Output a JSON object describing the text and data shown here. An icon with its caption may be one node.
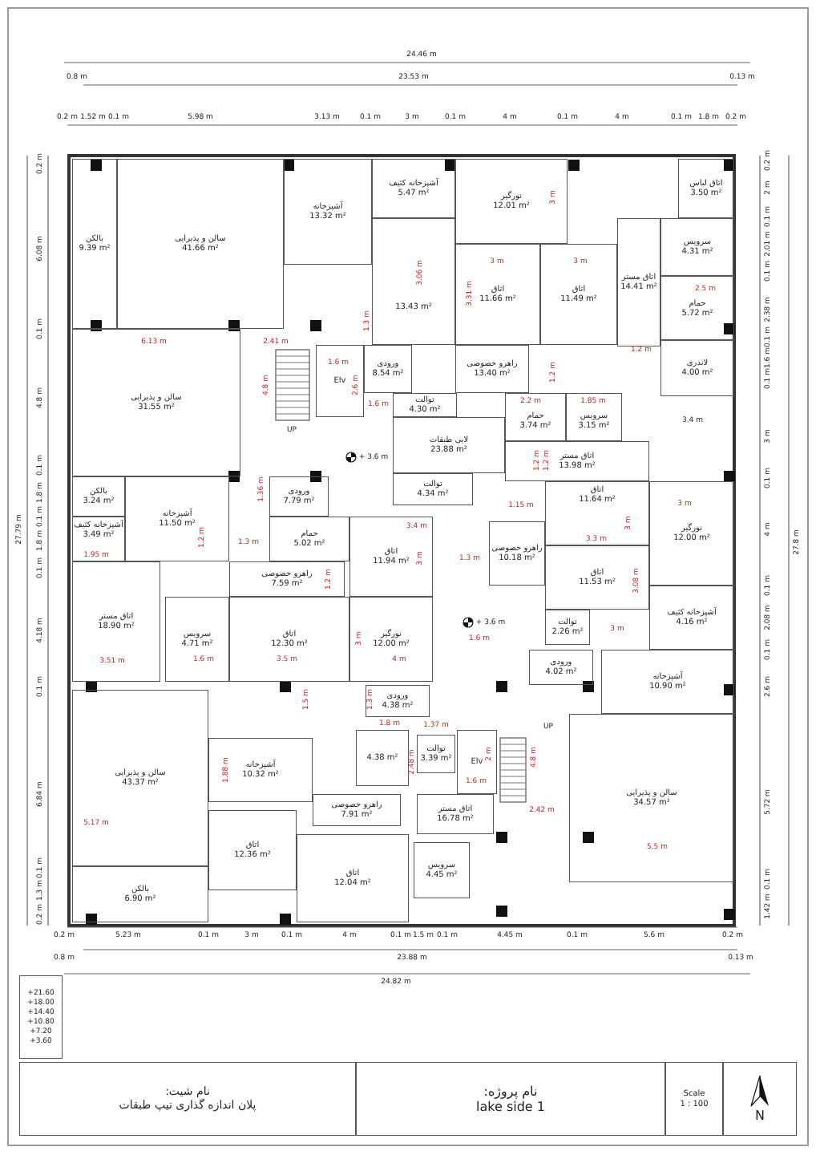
{
  "diagram": {
    "nodes": [
      {
        "text": [
          "بالکن",
          "9.39 m²"
        ]
      },
      {
        "text": [
          "سالن و پذیرایی",
          "41.66 m²"
        ]
      },
      {
        "text": [
          "آشپزخانه",
          "13.32 m²"
        ]
      },
      {
        "text": [
          "آشپزخانه کثیف",
          "5.47 m²"
        ]
      },
      {
        "text": [
          "نورگیر",
          "12.01 m²"
        ]
      },
      {
        "text": [
          "اتاق لباس",
          "3.50 m²"
        ]
      },
      {
        "text": [
          "اتاق مستر",
          "14.41 m²"
        ]
      },
      {
        "text": [
          "سرویس",
          "4.31 m²"
        ]
      },
      {
        "text": [
          "13.43 m²"
        ]
      },
      {
        "text": [
          "اتاق",
          "11.66 m²"
        ]
      },
      {
        "text": [
          "اتاق",
          "11.49 m²"
        ]
      },
      {
        "text": [
          "حمام",
          "5.72 m²"
        ]
      },
      {
        "text": [
          "لاندری",
          "4.00 m²"
        ]
      },
      {
        "text": [
          "سالن و پذیرایی",
          "31.55 m²"
        ]
      },
      {
        "text": [
          "Elv"
        ]
      },
      {
        "text": [
          "ورودی",
          "8.54 m²"
        ]
      },
      {
        "text": [
          "راهرو خصوصی",
          "13.40 m²"
        ]
      },
      {
        "text": [
          "توالت",
          "4.30 m²"
        ]
      },
      {
        "text": [
          "لابی طبقات",
          "23.88 m²"
        ]
      },
      {
        "text": [
          "حمام",
          "3.74 m²"
        ]
      },
      {
        "text": [
          "سرویس",
          "3.15 m²"
        ]
      },
      {
        "text": [
          "اتاق مستر",
          "13.98 m²"
        ]
      },
      {
        "text": [
          "بالکن",
          "3.24 m²"
        ]
      },
      {
        "text": [
          "آشپزخانه کثیف",
          "3.49 m²"
        ]
      },
      {
        "text": [
          "آشپزخانه",
          "11.50 m²"
        ]
      },
      {
        "text": [
          "ورودی",
          "7.79 m²"
        ]
      },
      {
        "text": [
          "توالت",
          "4.34 m²"
        ]
      },
      {
        "text": [
          "حمام",
          "5.02 m²"
        ]
      },
      {
        "text": [
          "راهرو خصوصی",
          "7.59 m²"
        ]
      },
      {
        "text": [
          "اتاق",
          "11.94 m²"
        ]
      },
      {
        "text": [
          "اتاق مستر",
          "18.90 m²"
        ]
      },
      {
        "text": [
          "سرویس",
          "4.71 m²"
        ]
      },
      {
        "text": [
          "اتاق",
          "12.30 m²"
        ]
      },
      {
        "text": [
          "نورگیر",
          "12.00 m²"
        ]
      },
      {
        "text": [
          "اتاق",
          "11.64 m²"
        ]
      },
      {
        "text": [
          "راهرو خصوصی",
          "10.18 m²"
        ]
      },
      {
        "text": [
          "نورگیر",
          "12.00 m²"
        ]
      },
      {
        "text": [
          "اتاق",
          "11.53 m²"
        ]
      },
      {
        "text": [
          "توالت",
          "2.26 m²"
        ]
      },
      {
        "text": [
          "آشپزخانه کثیف",
          "4.16 m²"
        ]
      },
      {
        "text": [
          "ورودی",
          "4.02 m²"
        ]
      },
      {
        "text": [
          "آشپزخانه",
          "10.90 m²"
        ]
      },
      {
        "text": [
          "ورودی",
          "4.38 m²"
        ]
      },
      {
        "text": [
          "آشپزخانه",
          "10.32 m²"
        ]
      },
      {
        "text": [
          "سالن و پذیرایی",
          "43.37 m²"
        ]
      },
      {
        "text": [
          "توالت",
          "3.39 m²"
        ]
      },
      {
        "text": [
          "Elv"
        ]
      },
      {
        "text": [
          "4.38 m²"
        ]
      },
      {
        "text": [
          "راهرو خصوصی",
          "7.91 m²"
        ]
      },
      {
        "text": [
          "اتاق",
          "12.36 m²"
        ]
      },
      {
        "text": [
          "اتاق مستر",
          "16.78 m²"
        ]
      },
      {
        "text": [
          "سالن و پذیرایی",
          "34.57 m²"
        ]
      },
      {
        "text": [
          "اتاق",
          "12.04 m²"
        ]
      },
      {
        "text": [
          "سرویس",
          "4.45 m²"
        ]
      },
      {
        "text": [
          "بالکن",
          "6.90 m²"
        ]
      },
      {
        "text": [
          "+21.60",
          "+18.00",
          "+14.40",
          "+10.80",
          "+7.20",
          "+3.60"
        ]
      },
      {
        "text": [
          "نام شیت:",
          "پلان اندازه گذاری تیپ طبقات"
        ]
      },
      {
        "text": [
          "نام پروژه:",
          "lake side 1"
        ]
      },
      {
        "text": [
          "Scale",
          "1 : 100"
        ]
      },
      {
        "text": [
          "N"
        ]
      }
    ],
    "labels": [
      "24.46 m",
      "0.8 m",
      "23.53 m",
      "0.13 m",
      "0.2 m",
      "1.52 m",
      "0.1 m",
      "5.98 m",
      "3.13 m",
      "0.1 m",
      "3 m",
      "0.1 m",
      "4 m",
      "0.1 m",
      "4 m",
      "0.1 m",
      "1.8 m",
      "0.2 m",
      "0.2 m",
      "6.08 m",
      "0.1 m",
      "4.8 m",
      "0.1 m",
      "1.8 m",
      "0.1 m",
      "1.8 m",
      "0.1 m",
      "4.18 m",
      "0.1 m",
      "6.84 m",
      "0.1 m",
      "1.3 m",
      "0.2 m",
      "27.79 m",
      "0.2 m",
      "2 m",
      "0.1 m",
      "2.01 m",
      "0.1 m",
      "2.38 m",
      "0.1 m",
      "1.6 m",
      "0.1 m",
      "3 m",
      "0.1 m",
      "4 m",
      "0.1 m",
      "2.08 m",
      "0.1 m",
      "2.6 m",
      "5.72 m",
      "0.1 m",
      "1.42 m",
      "27.8 m",
      "0.2 m",
      "5.23 m",
      "0.1 m",
      "3 m",
      "0.1 m",
      "4 m",
      "0.1 m",
      "1.5 m",
      "0.1 m",
      "4.45 m",
      "0.1 m",
      "5.6 m",
      "0.2 m",
      "0.8 m",
      "23.88 m",
      "0.13 m",
      "24.82 m",
      "6.13 m",
      "2.41 m",
      "1.3 m",
      "1.6 m",
      "4.8 m",
      "2.6 m",
      "1.6 m",
      "3 m",
      "3.06 m",
      "3.31 m",
      "3 m",
      "3 m",
      "1.2 m",
      "2.5 m",
      "1.2 m",
      "2.2 m",
      "1.85 m",
      "3.4 m",
      "1.2 m",
      "1.2 m",
      "1.36 m",
      "1.2 m",
      "1.3 m",
      "1.95 m",
      "1.2 m",
      "1.15 m",
      "3.4 m",
      "3 m",
      "1.3 m",
      "3 m",
      "3.3 m",
      "3 m",
      "3.08 m",
      "3 m",
      "+ 3.6 m",
      "UP",
      "1.6 m",
      "+ 3.6 m",
      "3.51 m",
      "1.6 m",
      "3.5 m",
      "3 m",
      "4 m",
      "1.5 m",
      "1.3 m",
      "1.8 m",
      "1.88 m",
      "2.48 m",
      "1.37 m",
      "2 m",
      "1.6 m",
      "4.8 m",
      "UP",
      "2.42 m",
      "5.17 m",
      "5.5 m"
    ]
  }
}
